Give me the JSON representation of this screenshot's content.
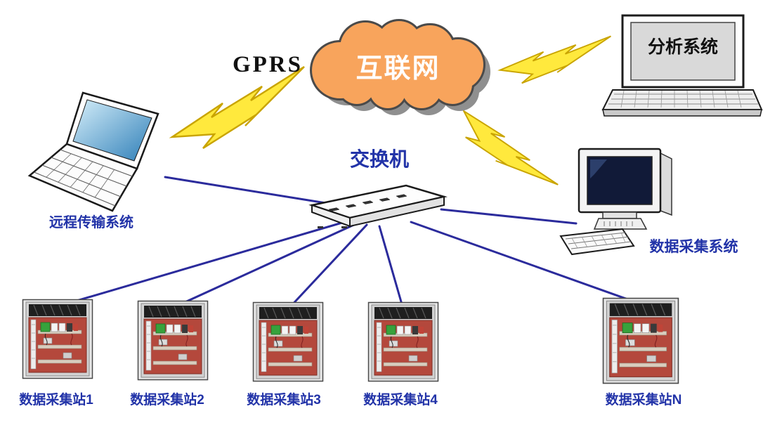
{
  "labels": {
    "gprs": "GPRS",
    "internet": "互联网",
    "switch": "交换机",
    "remote_transmission_system": "远程传输系统",
    "analysis_system": "分析系统",
    "data_acquisition_system": "数据采集系统"
  },
  "stations": [
    {
      "label": "数据采集站1"
    },
    {
      "label": "数据采集站2"
    },
    {
      "label": "数据采集站3"
    },
    {
      "label": "数据采集站4"
    },
    {
      "label": "数据采集站N"
    }
  ],
  "colors": {
    "cloud_fill": "#F8A45C",
    "cloud_outline": "#4A4A4A",
    "cloud_shadow": "#8F8F8F",
    "lightning_fill": "#FFE93D",
    "lightning_outline": "#C9A400",
    "link_line": "#2B2B9C",
    "label_text": "#2233A8",
    "cabinet_panel": "#B4483C"
  }
}
